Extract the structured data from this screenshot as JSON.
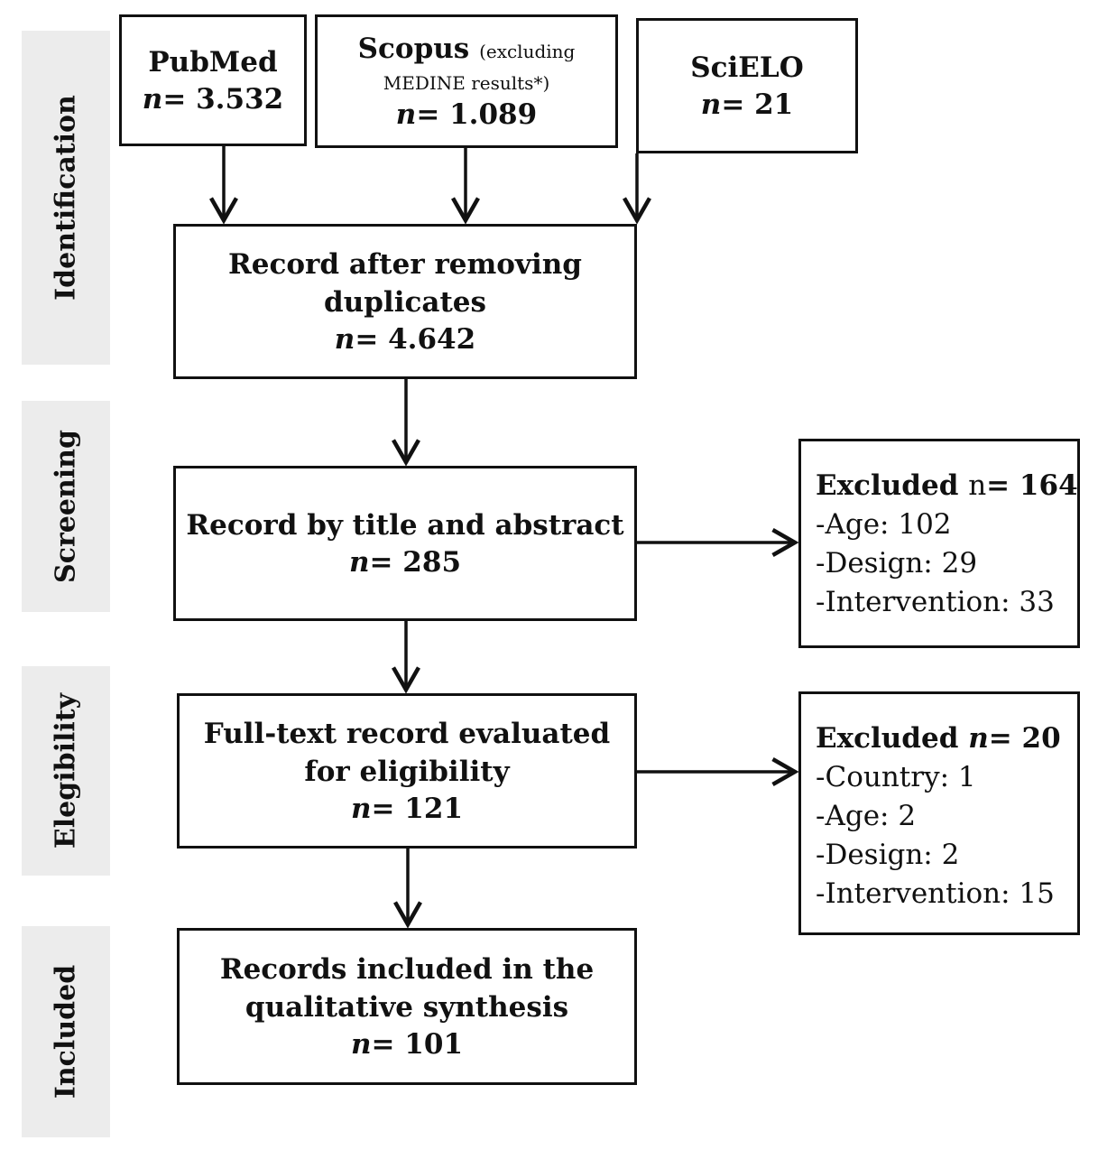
{
  "phases": {
    "identification": "Identification",
    "screening": "Screening",
    "elegibility": "Elegibility",
    "included": "Included"
  },
  "sources": {
    "pubmed": {
      "title": "PubMed",
      "n_label": "n",
      "n_value": "= 3.532"
    },
    "scopus": {
      "title": "Scopus",
      "note_1": "(excluding",
      "note_2": "MEDINE results*)",
      "n_label": "n",
      "n_value": "= 1.089"
    },
    "scielo": {
      "title": "SciELO",
      "n_label": "n",
      "n_value": "= 21"
    }
  },
  "dedup": {
    "line1": "Record after removing",
    "line2": "duplicates",
    "n_label": "n",
    "n_value": "= 4.642"
  },
  "screen": {
    "line1": "Record by title and abstract",
    "n_label": "n",
    "n_value": "= 285"
  },
  "excluded_screening": {
    "head": "Excluded",
    "n_label": "n",
    "n_value": "= 164",
    "items": [
      "-Age: 102",
      "-Design: 29",
      "-Intervention: 33"
    ]
  },
  "eligibility": {
    "line1": "Full-text record evaluated",
    "line2": "for eligibility",
    "n_label": "n",
    "n_value": "= 121"
  },
  "excluded_eligibility": {
    "head": "Excluded",
    "n_label": "n",
    "n_value": "= 20",
    "items": [
      "-Country: 1",
      "-Age: 2",
      "-Design: 2",
      "-Intervention: 15"
    ]
  },
  "included_box": {
    "line1": "Records included in the",
    "line2": "qualitative synthesis",
    "n_label": "n",
    "n_value": "= 101"
  }
}
